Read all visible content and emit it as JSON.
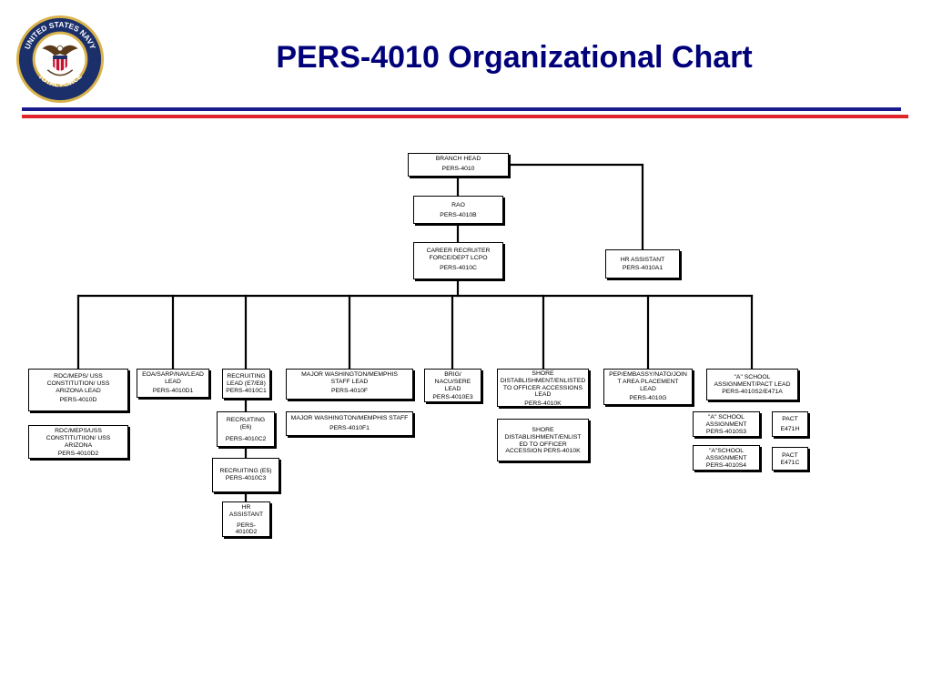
{
  "title": "PERS-4010 Organizational Chart",
  "seal": {
    "top_text": "UNITED STATES NAVY",
    "bottom_text": "TOTAL FORCE"
  },
  "colors": {
    "title": "#00007a",
    "rule_blue": "#1a1a8c",
    "rule_red": "#e0252b",
    "seal_navy": "#1b2f6b",
    "seal_gold": "#d9b24a"
  },
  "boxes": [
    {
      "id": "branch-head",
      "title": "BRANCH HEAD",
      "code": "PERS-4010"
    },
    {
      "id": "rao",
      "title": "RAO",
      "code": "PERS-4010B"
    },
    {
      "id": "career-recruiter",
      "title": "CAREER RECRUITER\nFORCE/DEPT LCPO",
      "code": "PERS-4010C"
    },
    {
      "id": "hr-assistant-a1",
      "title": "HR ASSISTANT",
      "code": "PERS-4010A1"
    },
    {
      "id": "rdc-meps-lead",
      "title": "RDC/MEPS/ USS\nCONSTITUTION/ USS\nARIZONA LEAD",
      "code": "PERS-4010D"
    },
    {
      "id": "rdc-meps-d2",
      "title": "RDC/MEPS/USS\nCONSTITUTIION/ USS\nARIZONA",
      "code": "PERS-4010D2"
    },
    {
      "id": "eoa-sarp",
      "title": "EOA/SARP/NAVLEAD\nLEAD",
      "code": "PERS-4010D1"
    },
    {
      "id": "recruiting-lead",
      "title": "RECRUITING\nLEAD (E7/E8)\nPERS-4010C1",
      "code": ""
    },
    {
      "id": "recruiting-e6",
      "title": "RECRUITING\n(E6)",
      "code": "PERS-4010C2"
    },
    {
      "id": "recruiting-e5",
      "title": "RECRUITING (E5)\nPERS-4010C3",
      "code": ""
    },
    {
      "id": "hr-assistant-d2",
      "title": "HR\nASSISTANT",
      "code": "PERS-\n4010D2"
    },
    {
      "id": "major-washington-lead",
      "title": "MAJOR WASHINGTON/MEMPHIS\nSTAFF  LEAD",
      "code": "PERS-4010F"
    },
    {
      "id": "major-washington-staff",
      "title": "MAJOR WASHINGTON/MEMPHIS STAFF",
      "code": "PERS-4010F1"
    },
    {
      "id": "brig-nacu",
      "title": "BRIG/\nNACU/SERE\nLEAD",
      "code": "PERS-4010E3"
    },
    {
      "id": "shore-lead",
      "title": "SHORE\nDISTABLISHMENT/ENLISTED\nTO OFFICER ACCESSIONS\nLEAD",
      "code": "PERS-4010K"
    },
    {
      "id": "shore-staff",
      "title": "SHORE\nDISTABLISHMENT/ENLIST\nED TO OFFICER\nACCESSION PERS-4010K",
      "code": ""
    },
    {
      "id": "pep-embassy",
      "title": "PEP/EMBASSY/NATO/JOIN\nT AREA PLACEMENT\nLEAD",
      "code": "PERS-4010G"
    },
    {
      "id": "a-school-lead",
      "title": "\"A\" SCHOOL\nASSIGNMENT/PACT LEAD\nPERS-4010S2/E471A",
      "code": ""
    },
    {
      "id": "a-school-s3",
      "title": "\"A\" SCHOOL\nASSIGNMENT\nPERS-4010S3",
      "code": ""
    },
    {
      "id": "pact-e471h",
      "title": "PACT",
      "code": "E471H"
    },
    {
      "id": "a-school-s4",
      "title": "\"A\"SCHOOL\nASSIGNMENT\nPERS-4010S4",
      "code": ""
    },
    {
      "id": "pact-e471c",
      "title": "PACT\nE471C",
      "code": ""
    }
  ]
}
